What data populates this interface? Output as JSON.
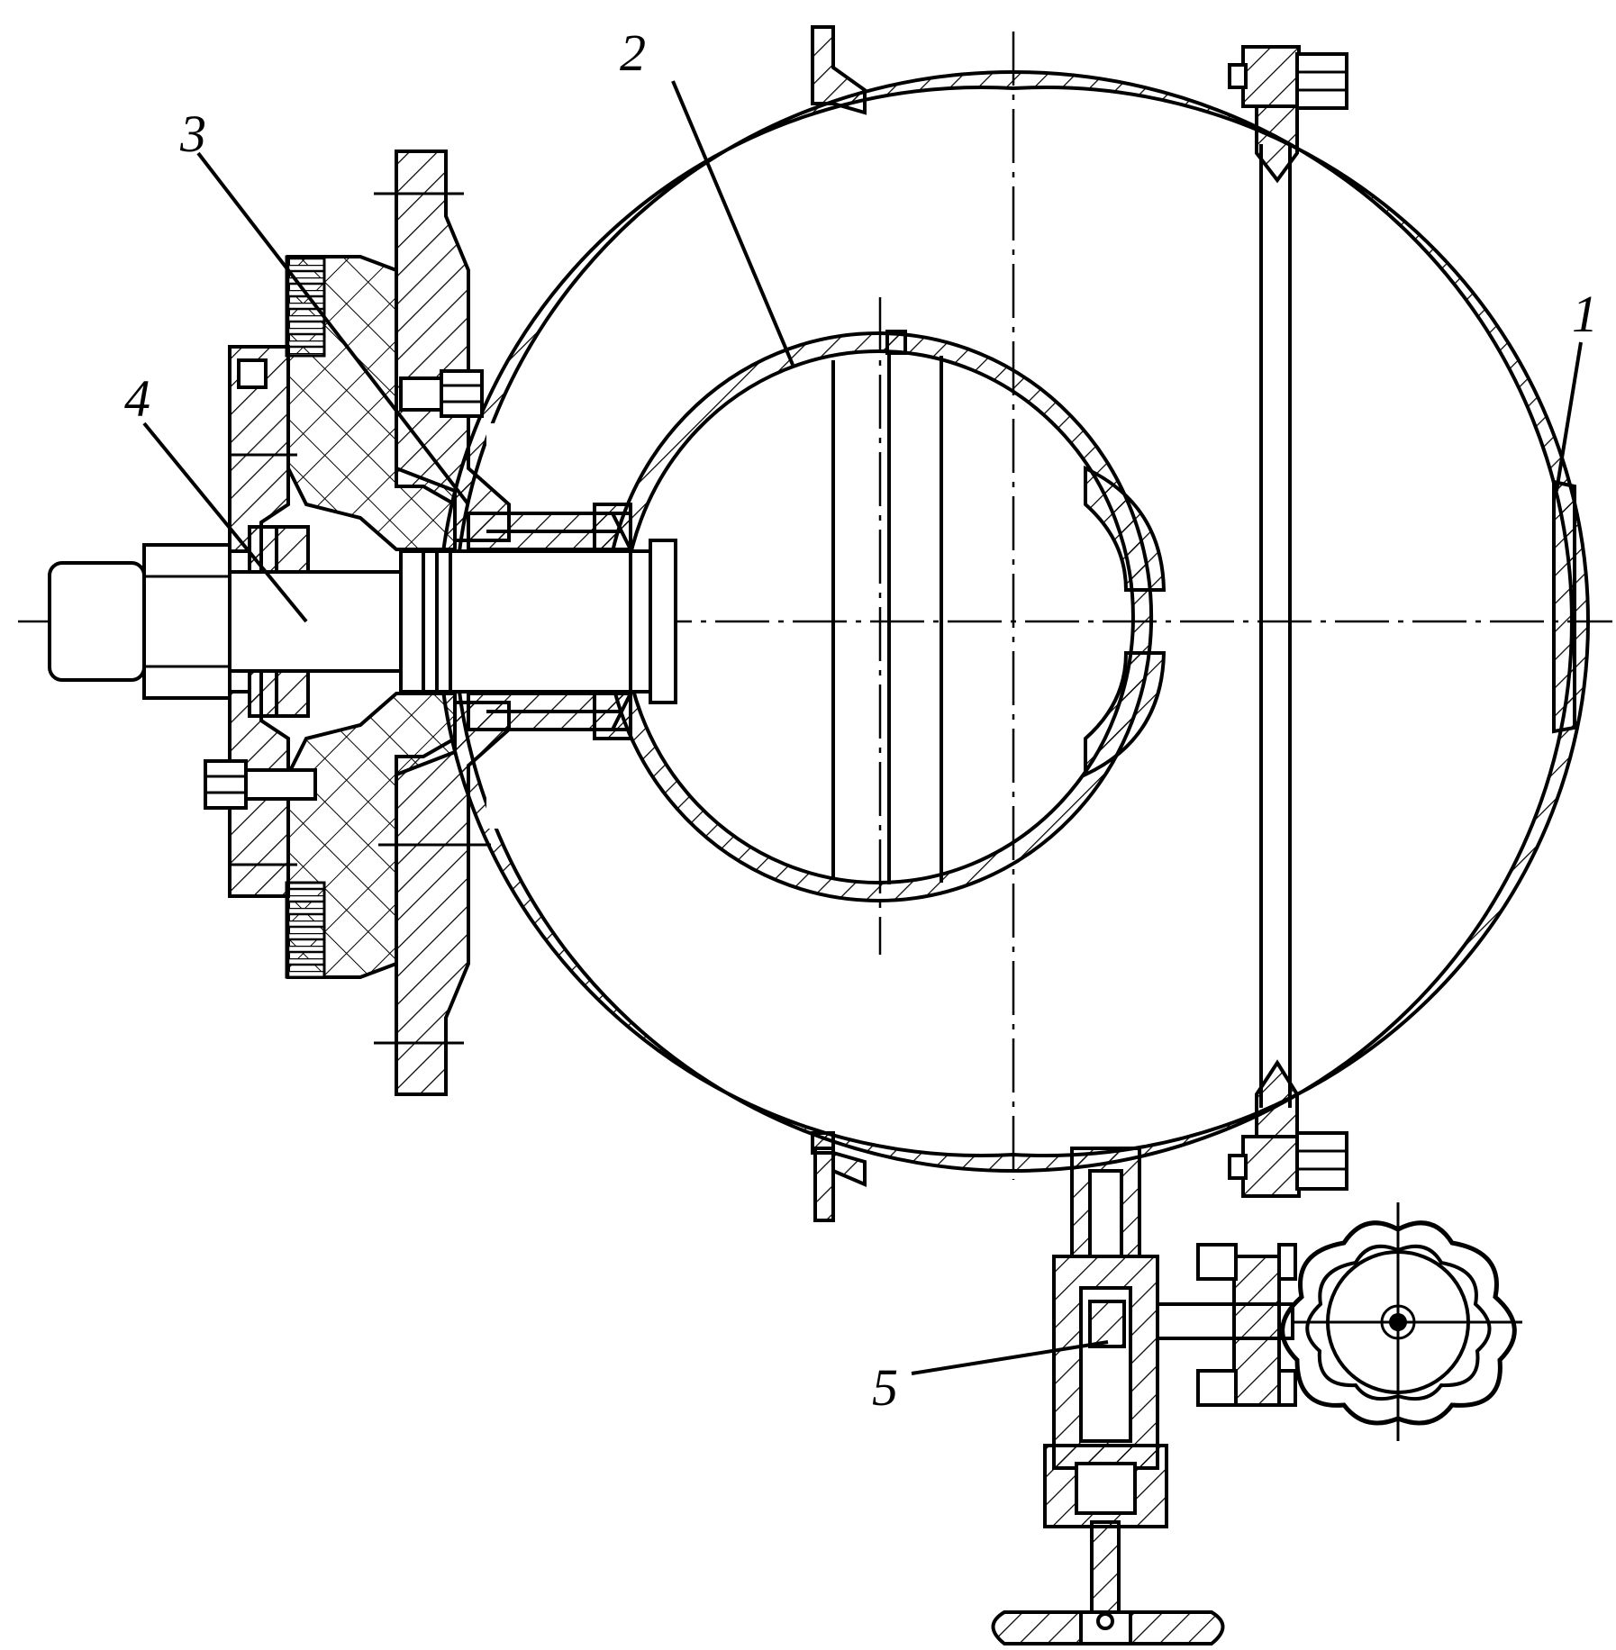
{
  "figure": {
    "callouts": [
      {
        "id": "1",
        "label": "1"
      },
      {
        "id": "2",
        "label": "2"
      },
      {
        "id": "3",
        "label": "3"
      },
      {
        "id": "4",
        "label": "4"
      },
      {
        "id": "5",
        "label": "5"
      }
    ],
    "colors": {
      "line": "#000000",
      "background": "#ffffff"
    }
  }
}
